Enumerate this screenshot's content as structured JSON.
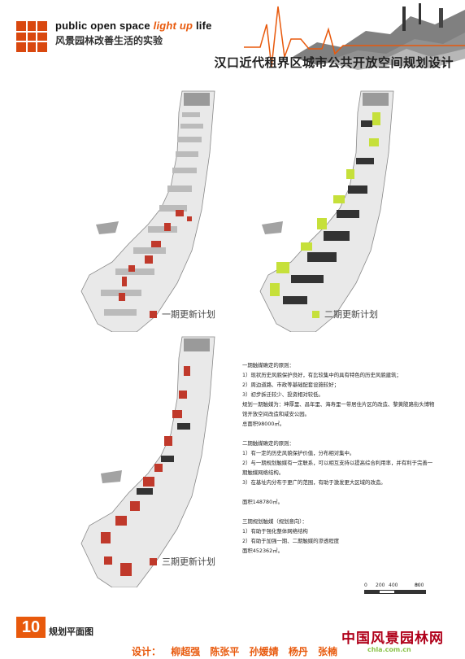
{
  "header": {
    "slogan_en_1": "public open space ",
    "slogan_en_accent": "light up",
    "slogan_en_2": " life",
    "slogan_cn": "风景园林改善生活的实验",
    "project_title": "汉口近代租界区城市公共开放空间规划设计"
  },
  "maps": {
    "phase1": {
      "label": "一期更新计划",
      "color": "#c0392b"
    },
    "phase2": {
      "label": "二期更新计划",
      "color": "#c6e03a"
    },
    "phase3": {
      "label": "三期更新计划",
      "color": "#c0392b"
    }
  },
  "description": {
    "p1": "一期触媒确定的原则：",
    "p2": "1）现状历史风貌保护良好，有比较集中的具有特色的历史风貌建筑；",
    "p3": "2）周边道路、市政等基础配套设施较好；",
    "p4": "3）初步拆迁较少、投资相对较低。",
    "p5": "规划一期触媒为：坤厚里、昌年里、海寿里一带居住片区的改造、黎黄陂路街头博物馆开放空间改造和咸安公园。",
    "p6": "总面积98000㎡。",
    "p7": "二期触媒确定的原则：",
    "p8": "1）有一定的历史风貌保护价值，分布相对集中。",
    "p9": "2）与一期规划触媒有一定联系，可以相互支持以提高综合利用率，并有利于完善一期触媒网络结构。",
    "p10": "3）在基址内分布于更广的范围，有助于激发更大区域的改造。",
    "p11": "面积148780㎡。",
    "p12": "三期规划触媒（规划意向）：",
    "p13": "1）有助于强化整体网络结构",
    "p14": "2）有助于加强一期、二期触媒的渗透程度",
    "p15": "面积452362㎡。"
  },
  "scale": {
    "t0": "0",
    "t1": "200",
    "t2": "400",
    "t3": "800",
    "unit": "m"
  },
  "footer": {
    "page_number": "10",
    "section_title": "规划平面图",
    "credits_label": "设计：",
    "names": [
      "柳超强",
      "陈张平",
      "孙媛婧",
      "杨丹",
      "张楠"
    ],
    "watermark": "中国风景园林网",
    "watermark_sub": "chla.com.cn"
  }
}
